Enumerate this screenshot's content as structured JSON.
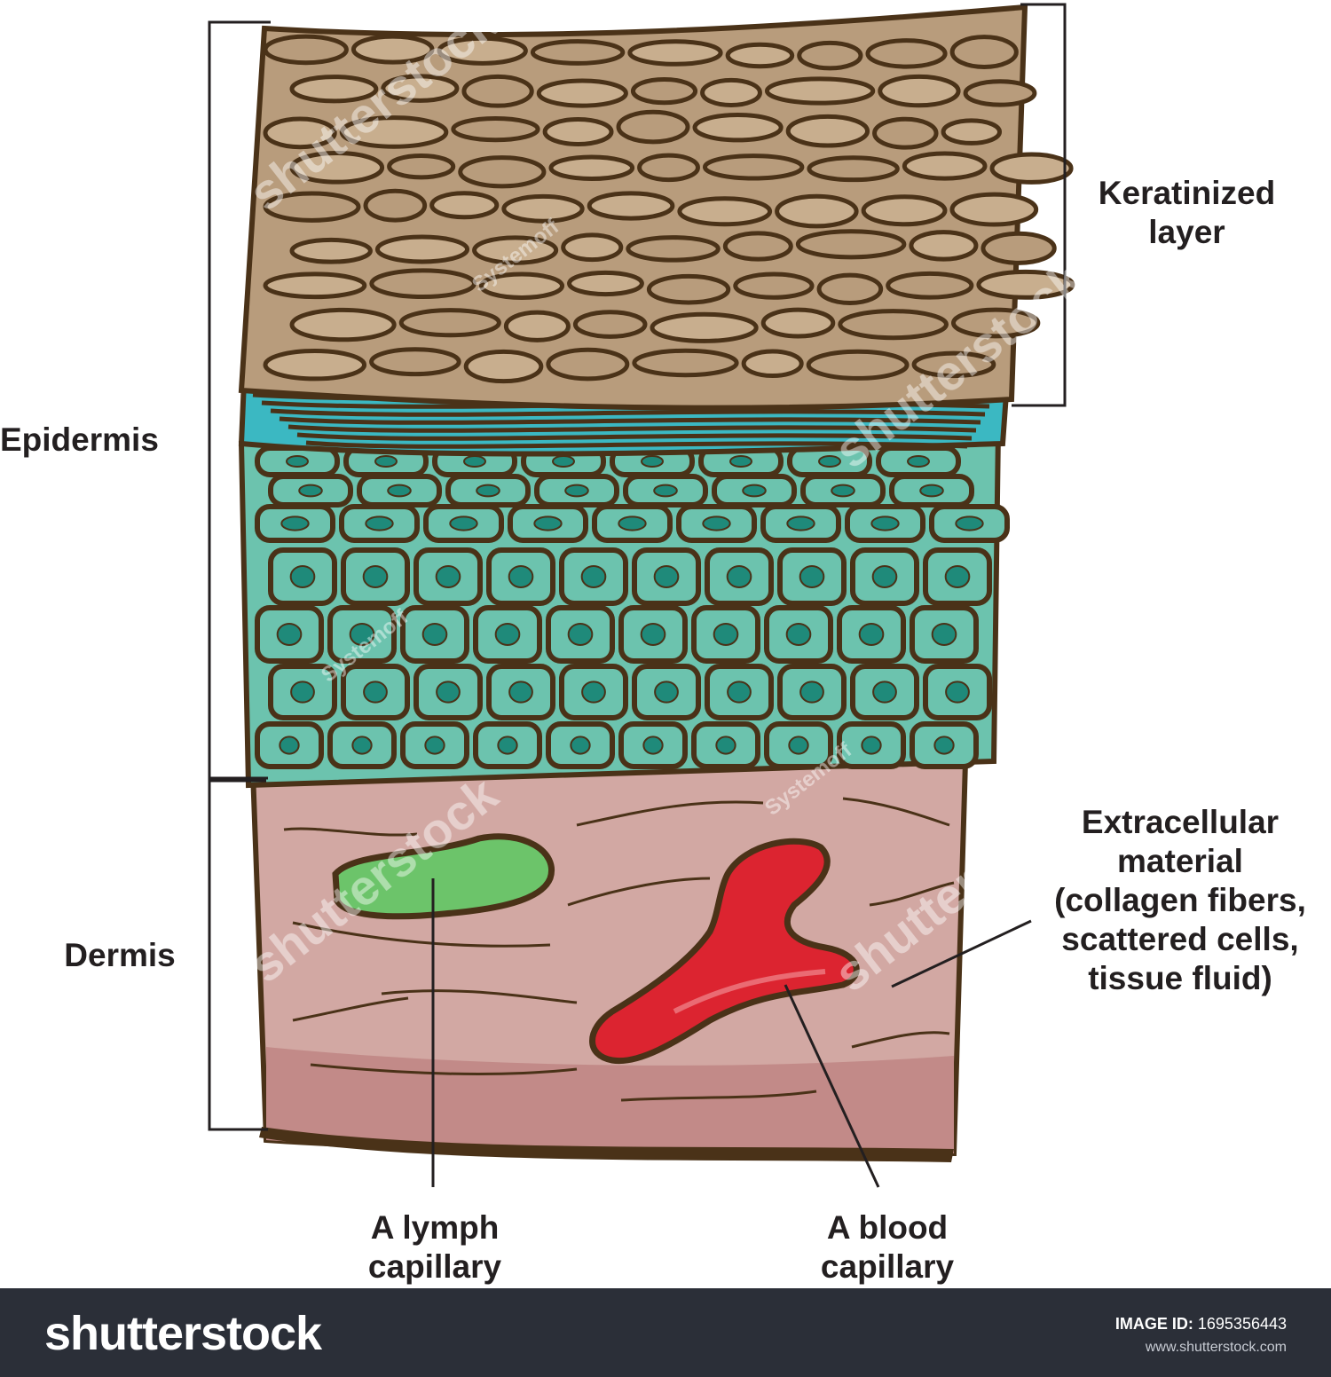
{
  "labels": {
    "keratinized": "Keratinized\nlayer",
    "epidermis": "Epidermis",
    "dermis": "Dermis",
    "extracellular": "Extracellular\nmaterial\n(collagen fibers,\nscattered cells,\ntissue fluid)",
    "lymph": "A lymph\ncapillary",
    "blood": "A blood\ncapillary"
  },
  "watermark": {
    "brand": "shutterstock",
    "author": "Systemoff"
  },
  "footer": {
    "logo": "shutterstock",
    "image_id_label": "IMAGE ID:",
    "image_id": "1695356443",
    "url": "www.shutterstock.com"
  },
  "colors": {
    "outline": "#4a3218",
    "keratin": "#b89c7c",
    "keratin_light": "#c8ae8e",
    "granular": "#3bb8c2",
    "spinous": "#6cc3ae",
    "nucleus": "#1f8a7a",
    "dermis": "#d2a8a3",
    "dermis_dark": "#c28a88",
    "lymph": "#6cc46a",
    "blood": "#dc2430"
  }
}
